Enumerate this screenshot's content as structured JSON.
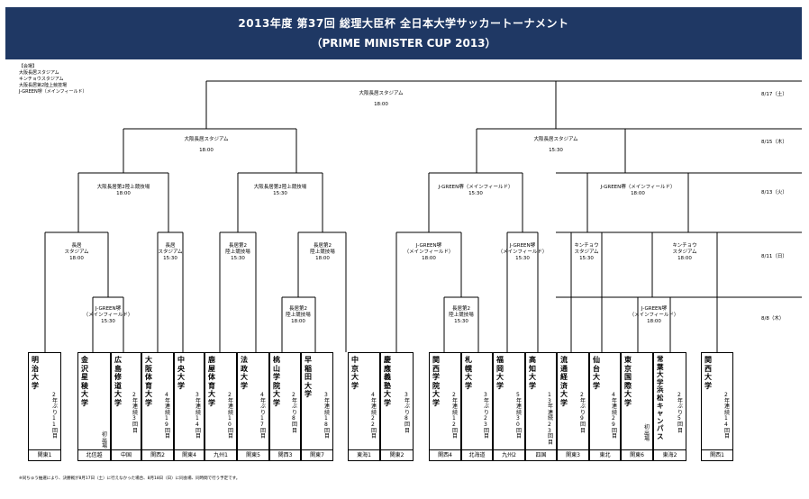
{
  "header": {
    "title": "2013年度 第37回 総理大臣杯 全日本大学サッカートーナメント",
    "subtitle": "（PRIME MINISTER CUP 2013）"
  },
  "legend": {
    "heading": "【会場】",
    "lines": [
      "大阪長居スタジアム",
      "キンチョウスタジアム",
      "大阪長居第2陸上競技場",
      "J-GREEN堺（メインフィールド）"
    ]
  },
  "dates": [
    "8/17（土）",
    "8/15（木）",
    "8/13（火）",
    "8/11（日）",
    "8/8（木）"
  ],
  "venues": {
    "final": {
      "name": "大阪長居スタジアム",
      "time": "18:00"
    },
    "sf1": {
      "name": "大阪長居スタジアム",
      "time": "18:00"
    },
    "sf2": {
      "name": "大阪長居スタジアム",
      "time": "15:30"
    },
    "qf1": {
      "name": "大阪長居第2陸上競技場",
      "time": "18:00"
    },
    "qf2": {
      "name": "大阪長居第2陸上競技場",
      "time": "15:30"
    },
    "qf3": {
      "name": "J-GREEN堺（メインフィールド）",
      "time": "15:30"
    },
    "qf4": {
      "name": "J-GREEN堺（メインフィールド）",
      "time": "18:00"
    },
    "r16_1": {
      "l1": "長居",
      "l2": "スタジアム",
      "time": "18:00"
    },
    "r16_2": {
      "l1": "長居",
      "l2": "スタジアム",
      "time": "15:30"
    },
    "r16_3": {
      "l1": "長居第2",
      "l2": "陸上競技場",
      "time": "15:30"
    },
    "r16_4": {
      "l1": "長居第2",
      "l2": "陸上競技場",
      "time": "18:00"
    },
    "r16_5": {
      "l1": "J-GREEN堺",
      "l2": "（メインフィールド）",
      "time": "18:00"
    },
    "r16_6": {
      "l1": "J-GREEN堺",
      "l2": "（メインフィールド）",
      "time": "15:30"
    },
    "r16_7": {
      "l1": "キンチョウ",
      "l2": "スタジアム",
      "time": "15:30"
    },
    "r16_8": {
      "l1": "キンチョウ",
      "l2": "スタジアム",
      "time": "18:00"
    },
    "r1_1": {
      "l1": "J-GREEN堺",
      "l2": "（メインフィールド）",
      "time": "15:30"
    },
    "r1_2": {
      "l1": "長居第2",
      "l2": "陸上競技場",
      "time": "18:00"
    },
    "r1_3": {
      "l1": "長居第2",
      "l2": "陸上競技場",
      "time": "15:30"
    },
    "r1_4": {
      "l1": "J-GREEN堺",
      "l2": "（メインフィールド）",
      "time": "18:00"
    }
  },
  "teams": [
    {
      "name": "明治大学",
      "record": "2年ぶり11回目",
      "region": "関東1"
    },
    {
      "name": "金沢星稜大学",
      "record": "初出場",
      "region": "北信越"
    },
    {
      "name": "広島修道大学",
      "record": "2年連続3回目",
      "region": "中国"
    },
    {
      "name": "大阪体育大学",
      "record": "4年連続19回目",
      "region": "関西2"
    },
    {
      "name": "中央大学",
      "record": "3年連続14回目",
      "region": "関東4"
    },
    {
      "name": "鹿屋体育大学",
      "record": "2年連続10回目",
      "region": "九州1"
    },
    {
      "name": "法政大学",
      "record": "4年ぶり17回目",
      "region": "関東5"
    },
    {
      "name": "桃山学院大学",
      "record": "2年ぶり8回目",
      "region": "関西3"
    },
    {
      "name": "早稲田大学",
      "record": "3年連続18回目",
      "region": "関東7"
    },
    {
      "name": "中京大学",
      "record": "4年連続22回目",
      "region": "東海1"
    },
    {
      "name": "慶應義塾大学",
      "record": "3年ぶり8回目",
      "region": "関東2"
    },
    {
      "name": "関西学院大学",
      "record": "2年連続12回目",
      "region": "関西4"
    },
    {
      "name": "札幌大学",
      "record": "3年ぶり23回目",
      "region": "北海道"
    },
    {
      "name": "福岡大学",
      "record": "5年連続30回目",
      "region": "九州2"
    },
    {
      "name": "高知大学",
      "record": "13年連続23回目",
      "region": "四国"
    },
    {
      "name": "流通経済大学",
      "record": "2年ぶり9回目",
      "region": "関東3"
    },
    {
      "name": "仙台大学",
      "record": "4年連続29回目",
      "region": "東北"
    },
    {
      "name": "東京国際大学",
      "record": "初出場",
      "region": "関東6"
    },
    {
      "name": "常葉大学浜松キャンパス",
      "record": "2年ぶり5回目",
      "region": "東海2"
    },
    {
      "name": "関西大学",
      "record": "2年連続14回目",
      "region": "関西1"
    }
  ],
  "note": "※同ちゅう抽選により、決勝戦が8月17日（土）に行えなかった場合、8月18日（日）に同会場、同時間で行う予定です。"
}
